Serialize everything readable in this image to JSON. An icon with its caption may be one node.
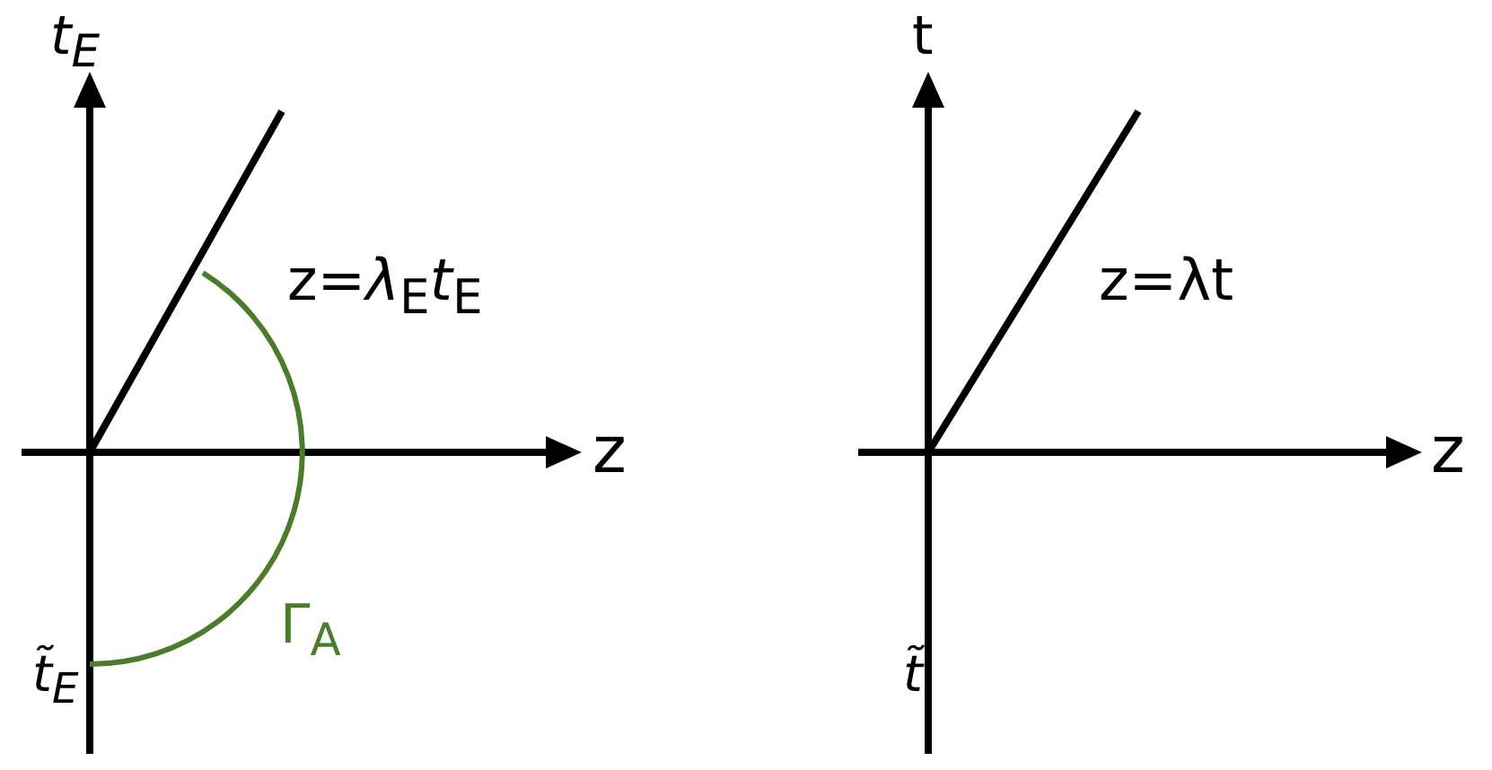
{
  "diagram": {
    "labels": [
      "t$_{E}$",
      "z=*λ*$_{E}$*t*$_{E}$",
      "z",
      "Γ$_{A}$",
      "t̃$_{E}$",
      "t",
      "z=λt",
      "z",
      "t̃"
    ]
  }
}
